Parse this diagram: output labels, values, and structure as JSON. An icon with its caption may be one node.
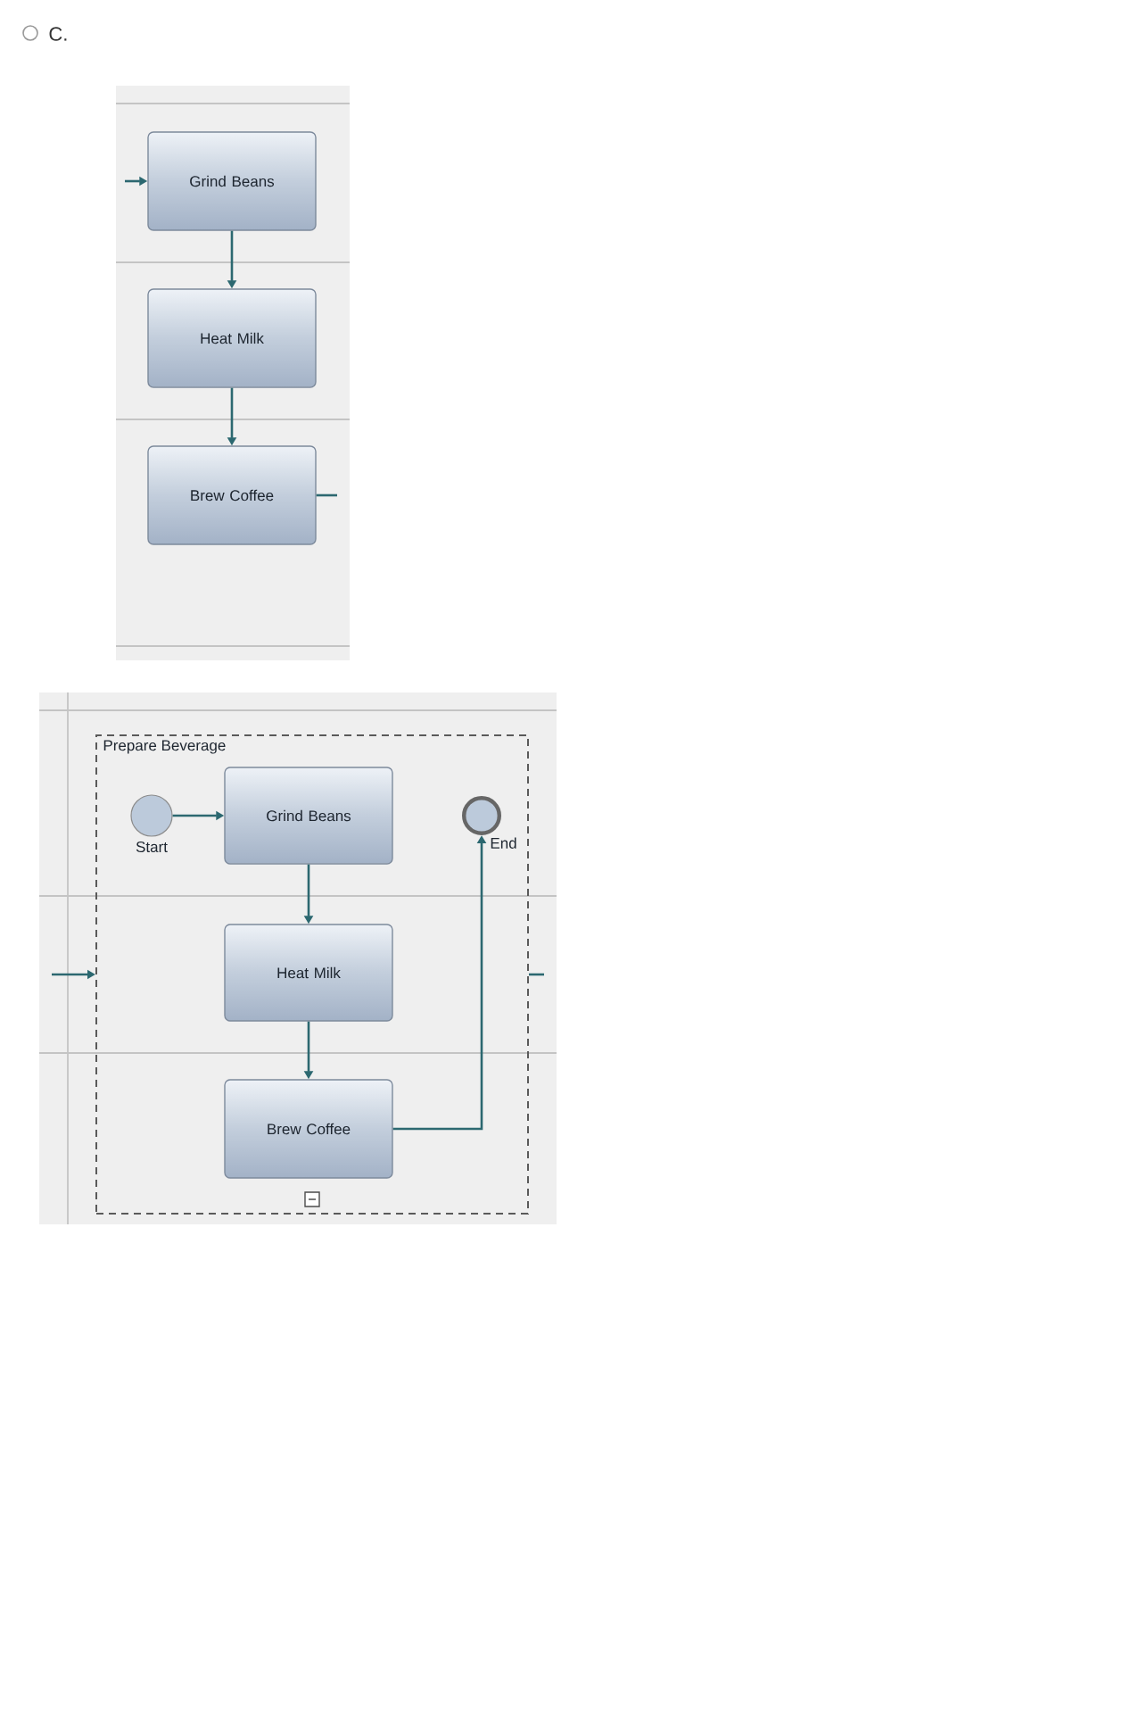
{
  "diagram": {
    "nodes": [
      {
        "text": [
          "Grind Beans"
        ]
      },
      {
        "text": [
          "Heat Milk"
        ]
      },
      {
        "text": [
          "Brew Coffee"
        ]
      },
      {
        "text": [
          "Prepare Beverage"
        ]
      },
      {
        "text": [],
        "shape": "circle",
        "beside": [
          "Start"
        ],
        "in": 3
      },
      {
        "text": [
          "Grind Beans"
        ],
        "in": 3
      },
      {
        "text": [
          "Heat Milk"
        ],
        "in": 3
      },
      {
        "text": [
          "Brew Coffee"
        ],
        "in": 3
      },
      {
        "text": [],
        "shape": "circle",
        "beside": [
          "End"
        ],
        "in": 3
      }
    ],
    "edges": [
      {
        "from": null,
        "to": 0,
        "arrow": "to"
      },
      {
        "from": 0,
        "to": 1,
        "arrow": "to"
      },
      {
        "from": 1,
        "to": 2,
        "arrow": "to"
      },
      {
        "from": 2,
        "to": null,
        "arrow": "none"
      },
      {
        "from": 4,
        "to": 5,
        "arrow": "to"
      },
      {
        "from": 5,
        "to": 6,
        "arrow": "to"
      },
      {
        "from": 6,
        "to": 7,
        "arrow": "to"
      },
      {
        "from": 7,
        "to": 8,
        "arrow": "to"
      },
      {
        "from": null,
        "to": 3,
        "arrow": "to"
      },
      {
        "from": 3,
        "to": null,
        "arrow": "none"
      }
    ],
    "labels": [
      "C."
    ]
  }
}
